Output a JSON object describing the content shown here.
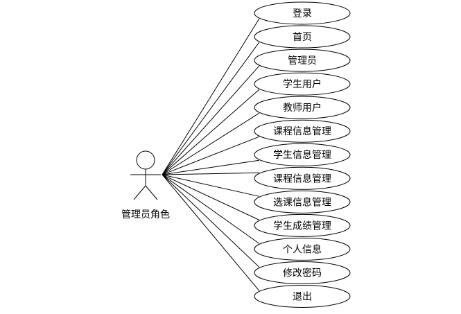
{
  "actor": {
    "label": "管理员角色",
    "icon": "stick-figure-actor-icon"
  },
  "use_cases": [
    {
      "label": "登录"
    },
    {
      "label": "首页"
    },
    {
      "label": "管理员"
    },
    {
      "label": "学生用户"
    },
    {
      "label": "教师用户"
    },
    {
      "label": "课程信息管理"
    },
    {
      "label": "学生信息管理"
    },
    {
      "label": "课程信息管理"
    },
    {
      "label": "选课信息管理"
    },
    {
      "label": "学生成绩管理"
    },
    {
      "label": "个人信息"
    },
    {
      "label": "修改密码"
    },
    {
      "label": "退出"
    }
  ],
  "colors": {
    "line": "#000000",
    "ellipse_fill": "#ffffff",
    "text": "#000000"
  }
}
